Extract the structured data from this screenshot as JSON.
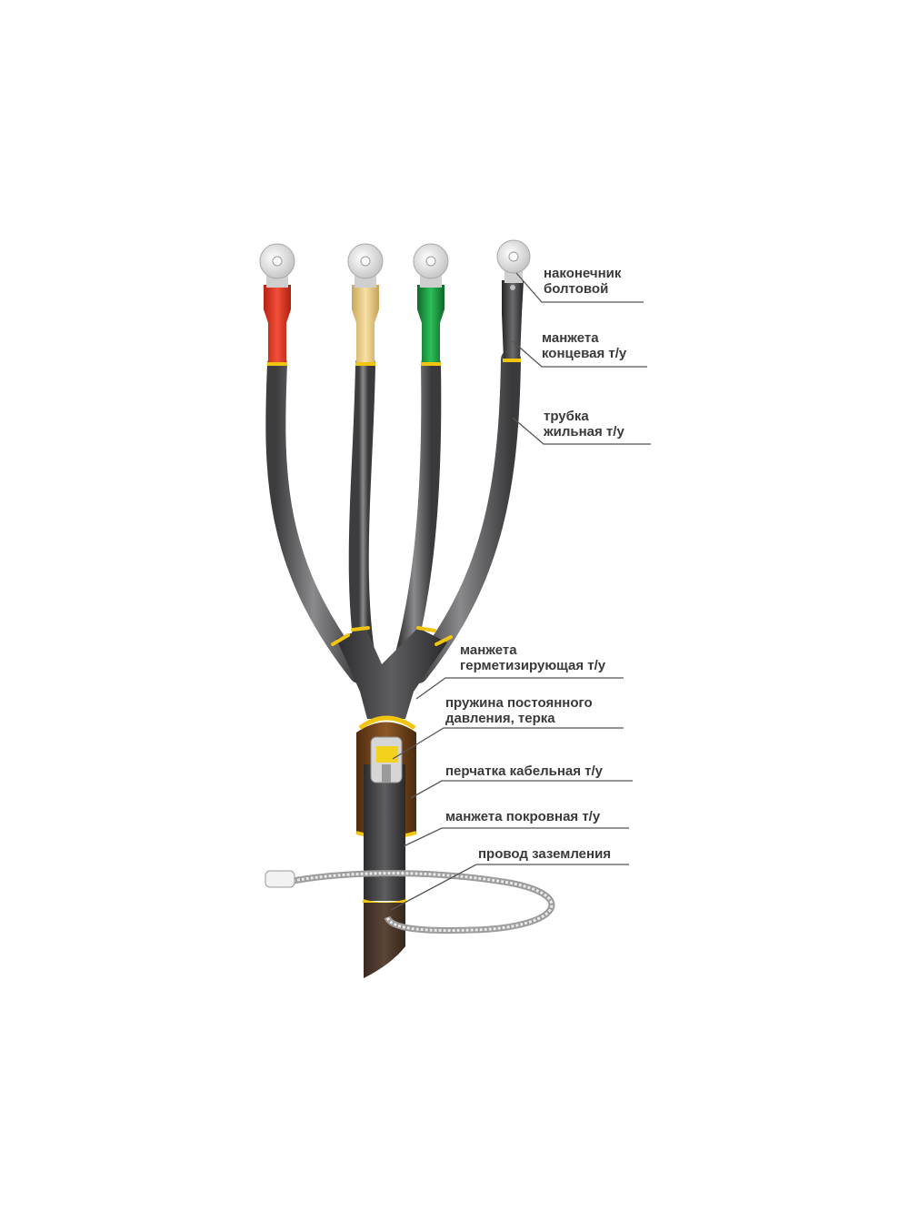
{
  "title": "",
  "colors": {
    "phase_l1": "#e43b22",
    "phase_l2": "#f1d488",
    "phase_l3": "#1c9a3f",
    "neutral": "#3c3c3e",
    "tube": "#5a5a5c",
    "glove": "#7d4a1f",
    "seal_band": "#f1c40f",
    "lug": "#e6e6e6",
    "leader": "#555555",
    "text": "#3a3a3a"
  },
  "labels": [
    {
      "key": "lug",
      "lines": [
        "наконечник",
        "болтовой"
      ]
    },
    {
      "key": "end_sleeve",
      "lines": [
        "манжета",
        "концевая т/у"
      ]
    },
    {
      "key": "core_tube",
      "lines": [
        "трубка",
        "жильная т/у"
      ]
    },
    {
      "key": "sealing_sleeve",
      "lines": [
        "манжета",
        "герметизирующая т/у"
      ]
    },
    {
      "key": "spring",
      "lines": [
        "пружина постоянного",
        "давления, терка"
      ]
    },
    {
      "key": "glove",
      "lines": [
        "перчатка кабельная т/у"
      ]
    },
    {
      "key": "cover_sleeve",
      "lines": [
        "манжета покровная т/у"
      ]
    },
    {
      "key": "ground_wire",
      "lines": [
        "провод заземления"
      ]
    }
  ]
}
